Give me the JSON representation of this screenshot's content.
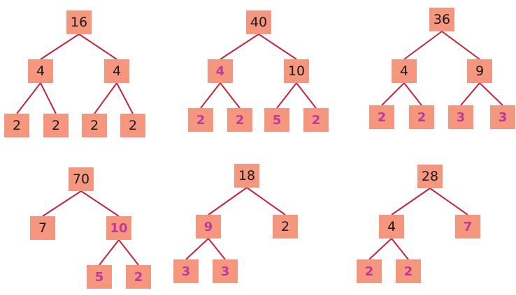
{
  "colors": {
    "node_fill": "#f5967e",
    "edge": "#c2243f",
    "text_dark": "#1a1a1a",
    "text_pink": "#c0399a"
  },
  "trees": [
    {
      "id": "tree-16",
      "nodes": [
        {
          "id": "a",
          "label": "16",
          "style": "dark"
        },
        {
          "id": "b",
          "label": "4",
          "style": "dark",
          "parent": "a"
        },
        {
          "id": "c",
          "label": "4",
          "style": "dark",
          "parent": "a"
        },
        {
          "id": "d",
          "label": "2",
          "style": "dark",
          "parent": "b"
        },
        {
          "id": "e",
          "label": "2",
          "style": "dark",
          "parent": "b"
        },
        {
          "id": "f",
          "label": "2",
          "style": "dark",
          "parent": "c"
        },
        {
          "id": "g",
          "label": "2",
          "style": "dark",
          "parent": "c"
        }
      ]
    },
    {
      "id": "tree-40",
      "nodes": [
        {
          "id": "a",
          "label": "40",
          "style": "dark"
        },
        {
          "id": "b",
          "label": "4",
          "style": "pink",
          "parent": "a"
        },
        {
          "id": "c",
          "label": "10",
          "style": "dark",
          "parent": "a"
        },
        {
          "id": "d",
          "label": "2",
          "style": "pink",
          "parent": "b"
        },
        {
          "id": "e",
          "label": "2",
          "style": "pink",
          "parent": "b"
        },
        {
          "id": "f",
          "label": "5",
          "style": "pink",
          "parent": "c"
        },
        {
          "id": "g",
          "label": "2",
          "style": "pink",
          "parent": "c"
        }
      ]
    },
    {
      "id": "tree-36",
      "nodes": [
        {
          "id": "a",
          "label": "36",
          "style": "dark"
        },
        {
          "id": "b",
          "label": "4",
          "style": "dark",
          "parent": "a"
        },
        {
          "id": "c",
          "label": "9",
          "style": "dark",
          "parent": "a"
        },
        {
          "id": "d",
          "label": "2",
          "style": "pink",
          "parent": "b"
        },
        {
          "id": "e",
          "label": "2",
          "style": "pink",
          "parent": "b"
        },
        {
          "id": "f",
          "label": "3",
          "style": "pink",
          "parent": "c"
        },
        {
          "id": "g",
          "label": "3",
          "style": "pink",
          "parent": "c"
        }
      ]
    },
    {
      "id": "tree-70",
      "nodes": [
        {
          "id": "a",
          "label": "70",
          "style": "dark"
        },
        {
          "id": "b",
          "label": "7",
          "style": "dark",
          "parent": "a"
        },
        {
          "id": "c",
          "label": "10",
          "style": "pink",
          "parent": "a"
        },
        {
          "id": "f",
          "label": "5",
          "style": "pink",
          "parent": "c"
        },
        {
          "id": "g",
          "label": "2",
          "style": "pink",
          "parent": "c"
        }
      ]
    },
    {
      "id": "tree-18",
      "nodes": [
        {
          "id": "a",
          "label": "18",
          "style": "dark"
        },
        {
          "id": "b",
          "label": "9",
          "style": "pink",
          "parent": "a"
        },
        {
          "id": "c",
          "label": "2",
          "style": "dark",
          "parent": "a"
        },
        {
          "id": "d",
          "label": "3",
          "style": "pink",
          "parent": "b"
        },
        {
          "id": "e",
          "label": "3",
          "style": "pink",
          "parent": "b"
        }
      ]
    },
    {
      "id": "tree-28",
      "nodes": [
        {
          "id": "a",
          "label": "28",
          "style": "dark"
        },
        {
          "id": "b",
          "label": "4",
          "style": "dark",
          "parent": "a"
        },
        {
          "id": "c",
          "label": "7",
          "style": "pink",
          "parent": "a"
        },
        {
          "id": "d",
          "label": "2",
          "style": "pink",
          "parent": "b"
        },
        {
          "id": "e",
          "label": "2",
          "style": "pink",
          "parent": "b"
        }
      ]
    }
  ]
}
